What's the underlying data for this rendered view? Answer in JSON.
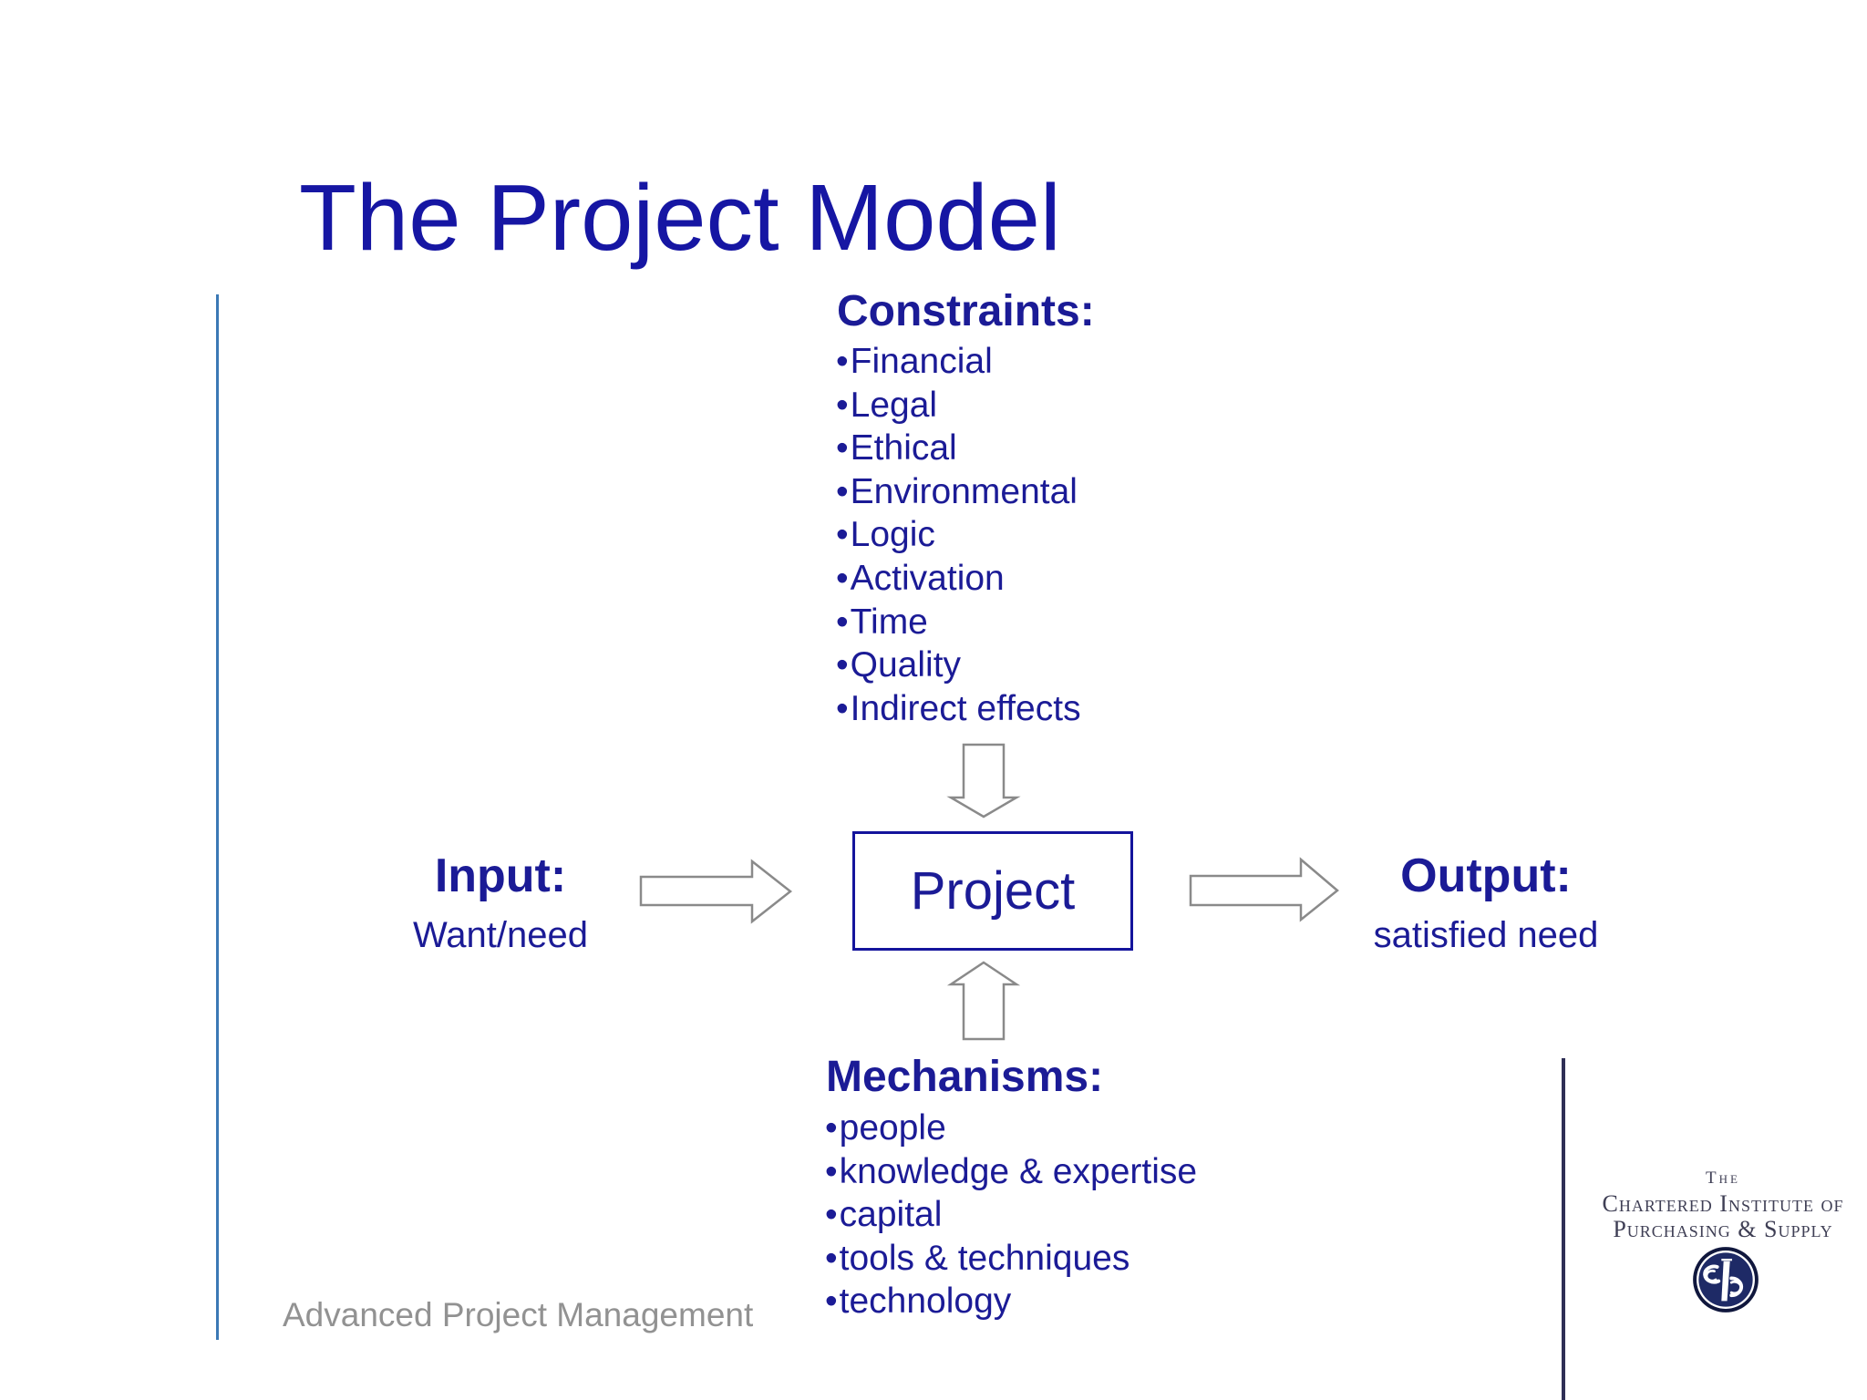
{
  "slide": {
    "title": "The Project Model",
    "footer": "Advanced Project Management"
  },
  "constraints": {
    "heading": "Constraints:",
    "items": [
      "Financial",
      "Legal",
      "Ethical",
      "Environmental",
      "Logic",
      "Activation",
      "Time",
      "Quality",
      "Indirect effects"
    ]
  },
  "mechanisms": {
    "heading": "Mechanisms:",
    "items": [
      "people",
      "knowledge & expertise",
      "capital",
      "tools & techniques",
      "technology"
    ]
  },
  "diagram": {
    "input_heading": "Input:",
    "input_sub": "Want/need",
    "project_label": "Project",
    "output_heading": "Output:",
    "output_sub": "satisfied need",
    "arrows": [
      "constraints-to-project",
      "input-to-project",
      "project-to-output",
      "mechanisms-to-project"
    ]
  },
  "logo": {
    "line1": "The",
    "line2": "Chartered Institute of",
    "line3": "Purchasing & Supply"
  },
  "colors": {
    "title_navy": "#1616a3",
    "body_navy": "#1b1b96",
    "box_border_navy": "#14149c",
    "arrow_gray": "#8a8a8a",
    "footer_gray": "#929292",
    "left_accent_line": "#3b79b5",
    "right_accent_line": "#2e2e55",
    "logo_navy": "#1e2a66",
    "logo_text": "#3f3f55"
  }
}
